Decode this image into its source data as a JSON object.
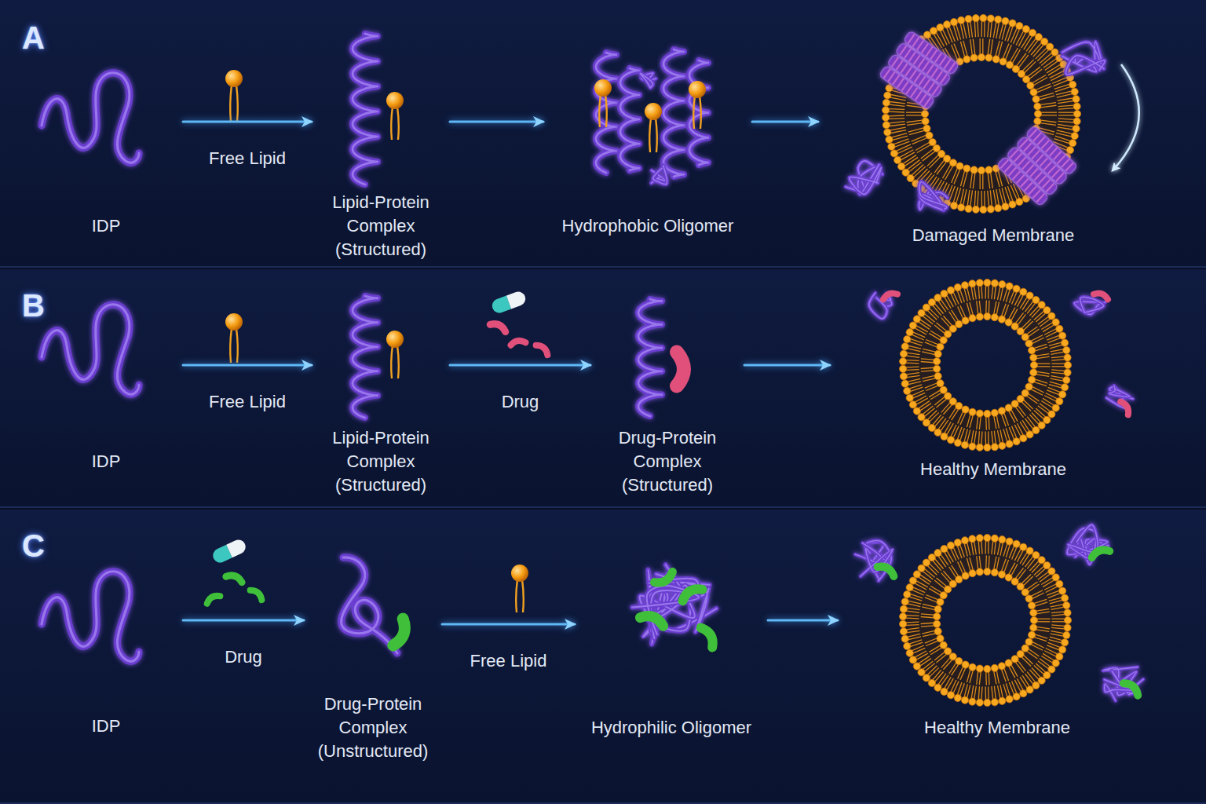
{
  "diagram": {
    "nodes": [
      {
        "text": [
          "A"
        ]
      },
      {
        "text": [
          "IDP"
        ],
        "in": 0
      },
      {
        "text": [
          "Lipid-Protein Complex (Structured)"
        ],
        "in": 0
      },
      {
        "text": [
          "Hydrophobic Oligomer"
        ],
        "in": 0
      },
      {
        "text": [
          "Damaged Membrane"
        ],
        "in": 0
      },
      {
        "text": [
          "B"
        ]
      },
      {
        "text": [
          "IDP"
        ],
        "in": 5
      },
      {
        "text": [
          "Lipid-Protein Complex (Structured)"
        ],
        "in": 5
      },
      {
        "text": [
          "Drug-Protein Complex (Structured)"
        ],
        "in": 5
      },
      {
        "text": [
          "Healthy Membrane"
        ],
        "in": 5
      },
      {
        "text": [
          "C"
        ]
      },
      {
        "text": [
          "IDP"
        ],
        "in": 10
      },
      {
        "text": [
          "Drug-Protein Complex (Unstructured)"
        ],
        "in": 10
      },
      {
        "text": [
          "Hydrophilic Oligomer"
        ],
        "in": 10
      },
      {
        "text": [
          "Healthy Membrane"
        ],
        "in": 10
      }
    ],
    "edges": [
      {
        "from": 1,
        "to": 2,
        "arrow": "to",
        "label": "Free Lipid"
      },
      {
        "from": 2,
        "to": 3,
        "arrow": "to"
      },
      {
        "from": 3,
        "to": 4,
        "arrow": "to"
      },
      {
        "from": 6,
        "to": 7,
        "arrow": "to",
        "label": "Free Lipid"
      },
      {
        "from": 7,
        "to": 8,
        "arrow": "to",
        "label": "Drug"
      },
      {
        "from": 8,
        "to": 9,
        "arrow": "to"
      },
      {
        "from": 11,
        "to": 12,
        "arrow": "to",
        "label": "Drug"
      },
      {
        "from": 12,
        "to": 13,
        "arrow": "to",
        "label": "Free Lipid"
      },
      {
        "from": 13,
        "to": 14,
        "arrow": "to"
      }
    ]
  }
}
